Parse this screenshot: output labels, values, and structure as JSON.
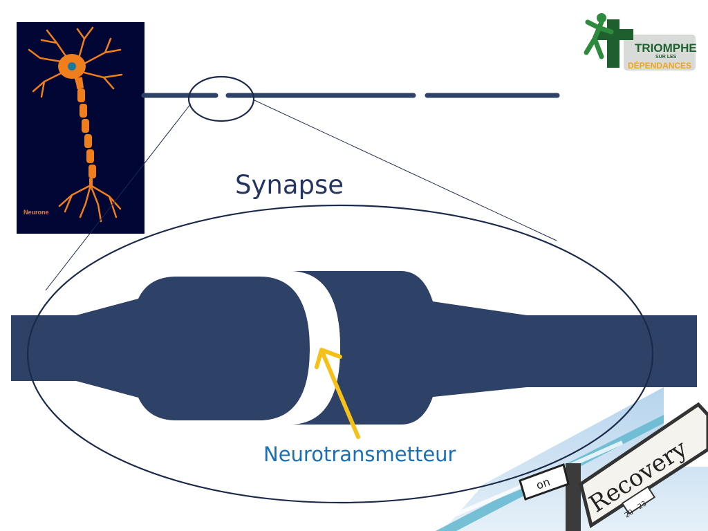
{
  "diagram": {
    "title": "Synapse",
    "pointer_label": "Neurotransmetteur",
    "neuron_caption": "Neurone"
  },
  "logo": {
    "line1": "TRIOMPHE",
    "line2": "SUR LES",
    "line3": "DÉPENDANCES"
  },
  "photo": {
    "sign_text": "Recovery",
    "sign_number": "20 - 23",
    "small_sign_text": "on"
  },
  "colors": {
    "synapse_fill": "#2e4167",
    "ellipse_stroke": "#1c2a4a",
    "arrow": "#f5c017",
    "neuron_bg": "#010634",
    "neuron_cell": "#f07e1c",
    "title_text": "#253561",
    "label_text": "#1a6fb5"
  }
}
